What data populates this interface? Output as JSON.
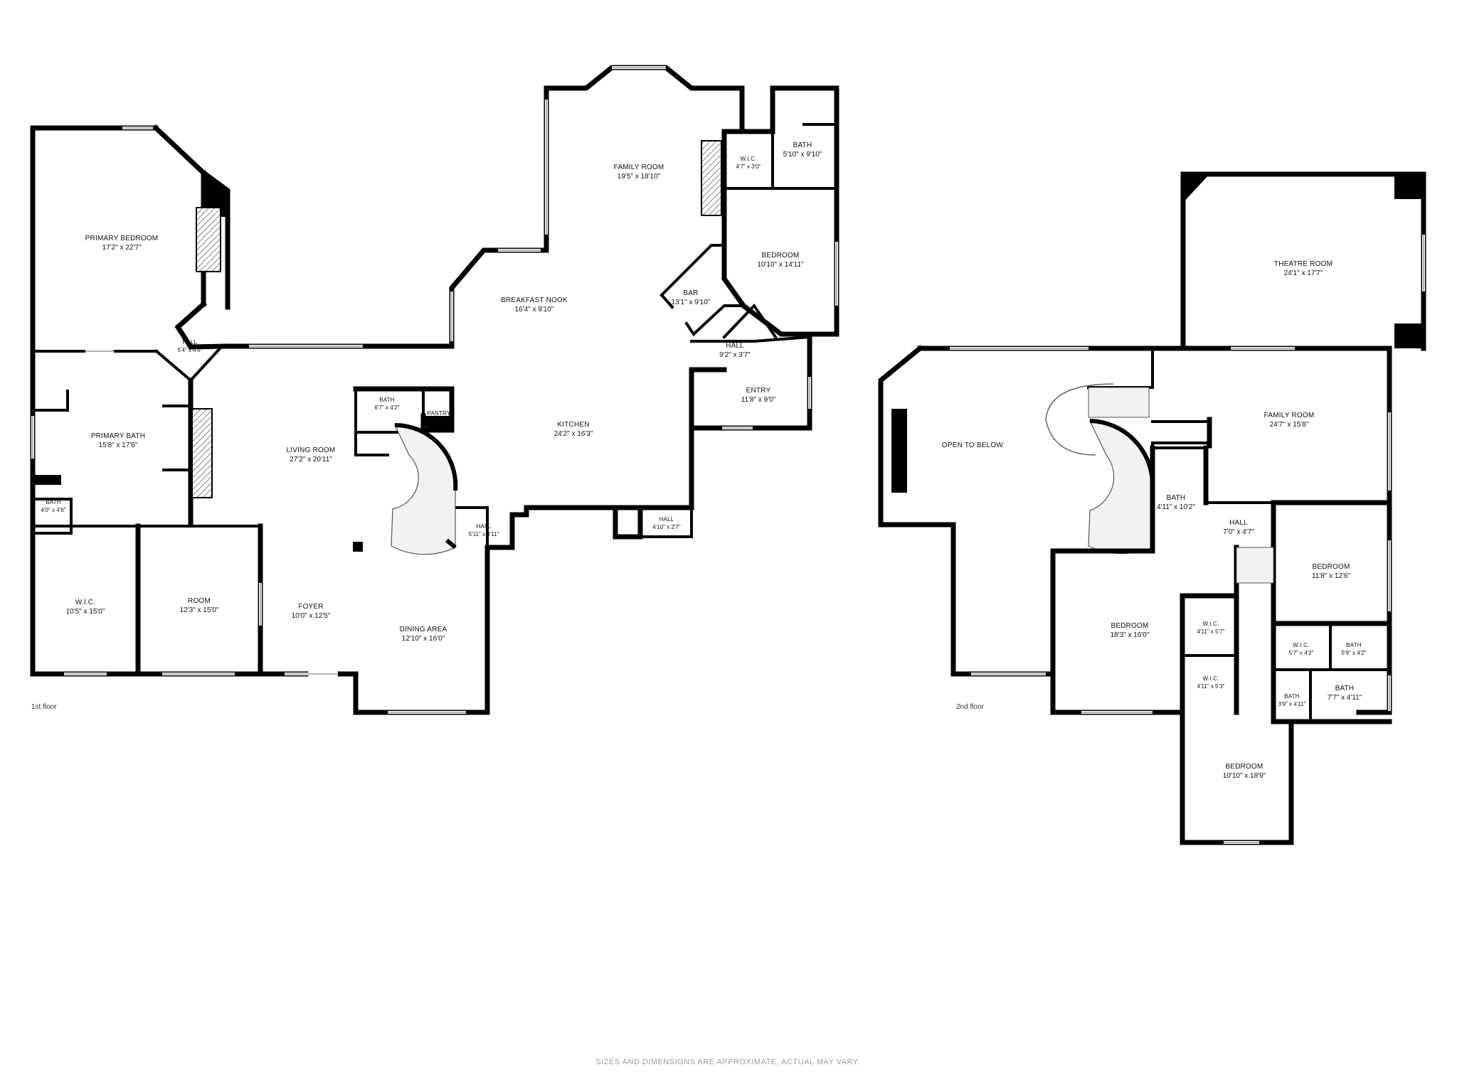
{
  "floors": [
    {
      "label": "1st floor",
      "rooms": [
        {
          "name": "PRIMARY BEDROOM",
          "dim": "17'2\" x 22'7\""
        },
        {
          "name": "HALL",
          "dim": "5'4\" x 4'0\""
        },
        {
          "name": "PRIMARY BATH",
          "dim": "15'8\" x 17'6\""
        },
        {
          "name": "BATH",
          "dim": "4'0\" x 4'6\""
        },
        {
          "name": "W.I.C.",
          "dim": "10'5\" x 15'0\""
        },
        {
          "name": "ROOM",
          "dim": "12'3\" x 15'0\""
        },
        {
          "name": "LIVING ROOM",
          "dim": "27'2\" x 20'11\""
        },
        {
          "name": "FOYER",
          "dim": "10'0\" x 12'5\""
        },
        {
          "name": "DINING AREA",
          "dim": "12'10\" x 16'0\""
        },
        {
          "name": "BATH",
          "dim": "6'7\" x 4'2\""
        },
        {
          "name": "PANTRY",
          "dim": "2'11\" x 7'4\""
        },
        {
          "name": "HALL",
          "dim": "5'11\" x 3'11\""
        },
        {
          "name": "BREAKFAST NOOK",
          "dim": "16'4\" x 9'10\""
        },
        {
          "name": "FAMILY ROOM",
          "dim": "19'5\" x 18'10\""
        },
        {
          "name": "KITCHEN",
          "dim": "24'2\" x 16'3\""
        },
        {
          "name": "BAR",
          "dim": "13'1\" x 9'10\""
        },
        {
          "name": "W.I.C.",
          "dim": "4'7\" x 3'0\""
        },
        {
          "name": "BATH",
          "dim": "5'10\" x 9'10\""
        },
        {
          "name": "BEDROOM",
          "dim": "10'10\" x 14'11\""
        },
        {
          "name": "HALL",
          "dim": "9'2\" x 3'7\""
        },
        {
          "name": "ENTRY",
          "dim": "11'8\" x 9'0\""
        },
        {
          "name": "HALL",
          "dim": "4'10\" x 2'7\""
        }
      ]
    },
    {
      "label": "2nd floor",
      "rooms": [
        {
          "name": "THEATRE ROOM",
          "dim": "24'1\" x 17'7\""
        },
        {
          "name": "OPEN TO BELOW",
          "dim": ""
        },
        {
          "name": "FAMILY ROOM",
          "dim": "24'7\" x 15'8\""
        },
        {
          "name": "BATH",
          "dim": "4'11\" x 10'2\""
        },
        {
          "name": "HALL",
          "dim": "7'0\" x 4'7\""
        },
        {
          "name": "BEDROOM",
          "dim": "11'8\" x 12'6\""
        },
        {
          "name": "BEDROOM",
          "dim": "18'3\" x 16'0\""
        },
        {
          "name": "W.I.C.",
          "dim": "4'11\" x 5'7\""
        },
        {
          "name": "W.I.C.",
          "dim": "4'11\" x 5'3\""
        },
        {
          "name": "W.I.C.",
          "dim": "5'7\" x 4'2\""
        },
        {
          "name": "BATH",
          "dim": "5'9\" x 4'2\""
        },
        {
          "name": "BATH",
          "dim": "3'9\" x 4'11\""
        },
        {
          "name": "BATH",
          "dim": "7'7\" x 4'11\""
        },
        {
          "name": "BEDROOM",
          "dim": "10'10\" x 18'9\""
        }
      ]
    }
  ],
  "disclaimer": "SIZES AND DIMENSIONS ARE APPROXIMATE, ACTUAL MAY VARY."
}
